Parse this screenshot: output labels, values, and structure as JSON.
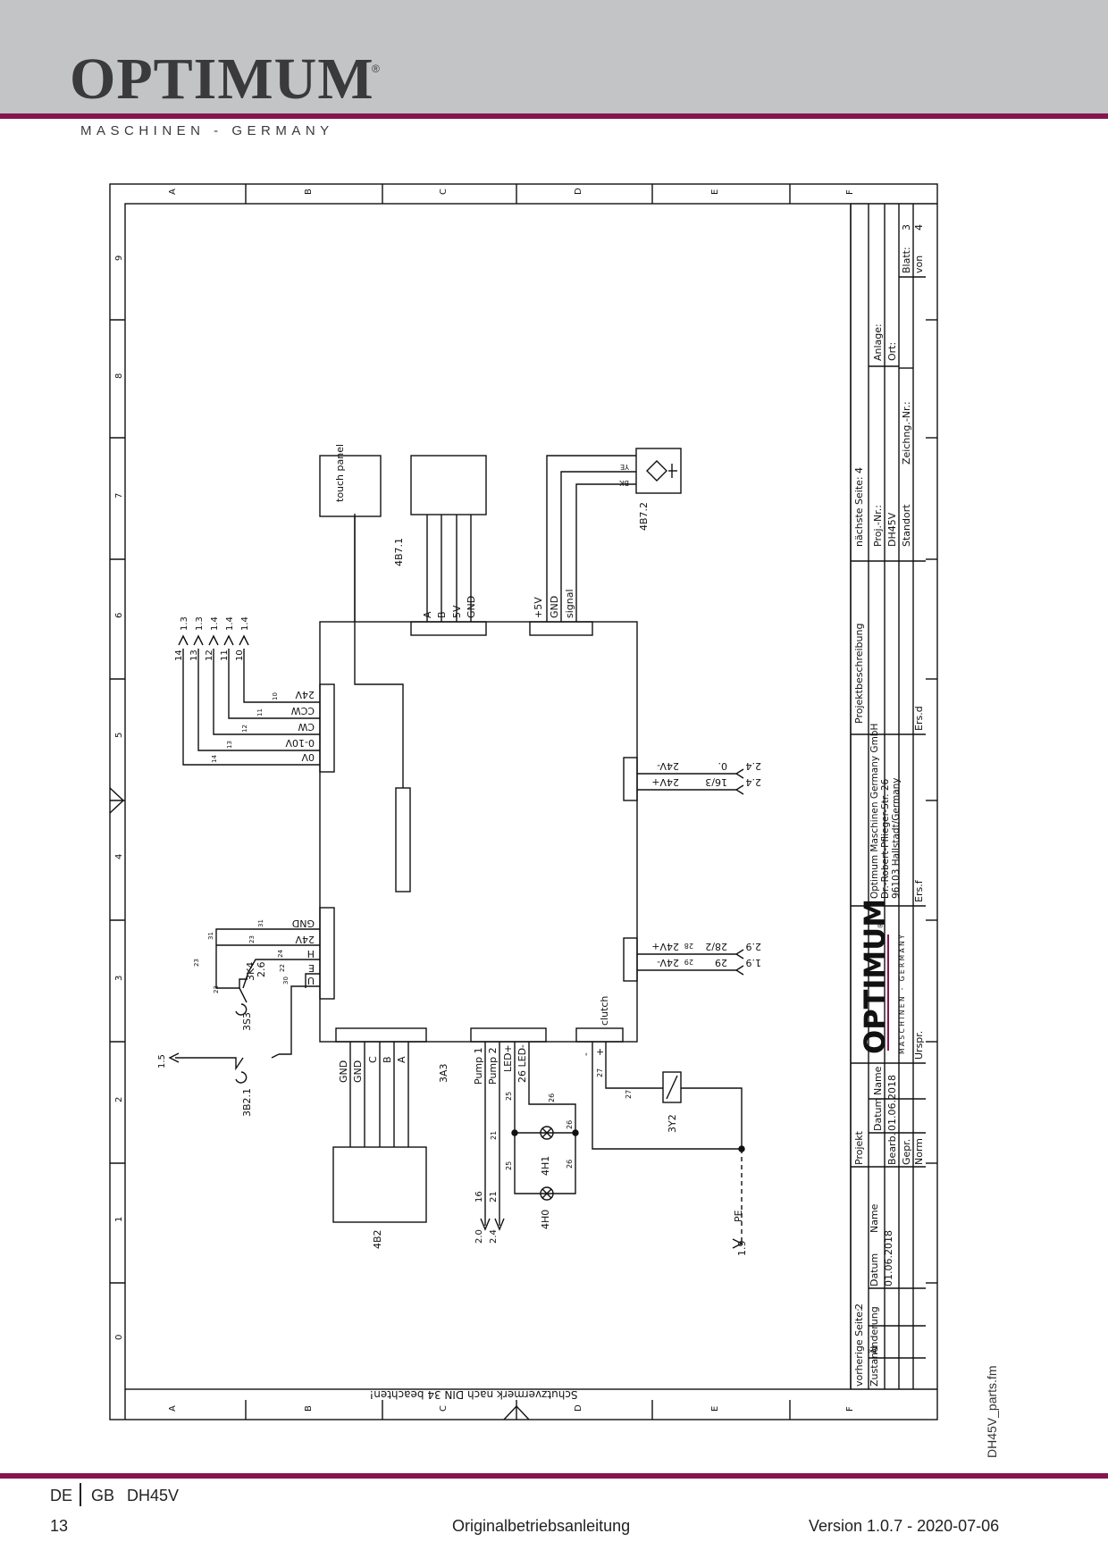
{
  "header": {
    "brand": "OPTIMUM",
    "registered": "®",
    "tagline": "MASCHINEN - GERMANY"
  },
  "frame": {
    "columns": [
      "A",
      "B",
      "C",
      "D",
      "E",
      "F"
    ],
    "rows": [
      "0",
      "1",
      "2",
      "3",
      "4",
      "5",
      "6",
      "7",
      "8",
      "9"
    ],
    "protection_note": "Schutzvermerk nach DIN 34 beachten!"
  },
  "components": {
    "touch_panel": "touch panel",
    "encoder_1": "4B7.1",
    "encoder_1_pins": [
      "A",
      "B",
      "5V",
      "GND"
    ],
    "sensor_2": "4B7.2",
    "sensor_2_pins": [
      "+5V",
      "GND",
      "signal"
    ],
    "sensor_2_wires": [
      "YE",
      "BK"
    ],
    "controller": "3A3",
    "encoder_3": "4B2",
    "encoder_3_pins": [
      "GND",
      "GND",
      "C",
      "B",
      "A"
    ],
    "pump_pins": [
      "Pump 1",
      "Pump 2",
      "LED+",
      "26 LED-"
    ],
    "clutch": "clutch",
    "clutch_pins": [
      "-",
      "+"
    ],
    "lamp_1": "4H1",
    "lamp_2": "4H0",
    "coil": "3Y2",
    "contact": "3K4",
    "contact_ref": "2.6",
    "switch_1": "3S3",
    "switch_2": "3B2.1",
    "pe": "PE"
  },
  "connector_left_top": {
    "labels": [
      "24V",
      "CCW",
      "CW",
      "0-10V",
      "0V"
    ],
    "wires": [
      "10",
      "11",
      "12",
      "13",
      "14"
    ],
    "targets": [
      {
        "num": "14",
        "ref": "1.3"
      },
      {
        "num": "13",
        "ref": "1.3"
      },
      {
        "num": "12",
        "ref": "1.4"
      },
      {
        "num": "11",
        "ref": "1.4"
      },
      {
        "num": "10",
        "ref": "1.4"
      }
    ]
  },
  "connector_left_bottom": {
    "labels": [
      "GND",
      "24V",
      "H",
      "E",
      "U"
    ],
    "wires": [
      "31",
      "23",
      "24",
      "22",
      "30"
    ],
    "side_wires": [
      "31",
      "23",
      "23"
    ],
    "ref": "1.5"
  },
  "connector_right_top": {
    "labels": [
      "24V-",
      "24V+"
    ],
    "wires": [
      "0.",
      "16/3"
    ],
    "refs": [
      "2.4",
      "2.4"
    ]
  },
  "connector_right_bottom": {
    "labels": [
      "24V+",
      "24V-"
    ],
    "wires": [
      "28/2",
      "29"
    ],
    "wire_nums": [
      "28",
      "29"
    ],
    "refs": [
      "2.9",
      "1.9"
    ]
  },
  "wire_numbers": {
    "w16": "16",
    "w21": "21",
    "w25": "25",
    "w26": "26",
    "w27": "27",
    "refs_bottom": [
      "2.0",
      "2.4"
    ],
    "pe_ref": "1.9"
  },
  "title_block": {
    "company": [
      "Optimum Maschinen Germany GmbH",
      "Dr.-Robert-Pflieger-Str. 26",
      "96103 Hallstadt/Germany"
    ],
    "projektbeschreibung": "Projektbeschreibung",
    "naechste_seite_label": "nächste Seite:",
    "naechste_seite": "4",
    "vorherige_seite_label": "vorherige Seite:",
    "vorherige_seite": "2",
    "proj_nr_label": "Proj.-Nr.:",
    "proj_nr": "DH45V",
    "standort": "Standort",
    "zeichng_nr": "Zeichng.-Nr.:",
    "anlage": "Anlage:",
    "ort": "Ort:",
    "blatt_label": "Blatt:",
    "blatt": "3",
    "von_label": "von",
    "von": "4",
    "ers_d": "Ers.d",
    "ers_f": "Ers.f",
    "urspr": "Urspr.",
    "zustand": "Zustand",
    "aenderung": "Änderung",
    "datum": "Datum",
    "datum_value": "01.06.2018",
    "name": "Name",
    "projekt": "Projekt",
    "bearb": "Bearb.",
    "bearb_datum": "01.06.2018",
    "gepr": "Gepr.",
    "norm": "Norm",
    "logo_word": "OPTIMUM",
    "logo_reg": "®",
    "logo_tag": "MASCHINEN - GERMANY"
  },
  "footer": {
    "lang_de": "DE",
    "lang_gb": "GB",
    "model": "DH45V",
    "page": "13",
    "doc": "Originalbetriebsanleitung",
    "version": "Version 1.0.7 - 2020-07-06",
    "file": "DH45V_parts.fm"
  }
}
